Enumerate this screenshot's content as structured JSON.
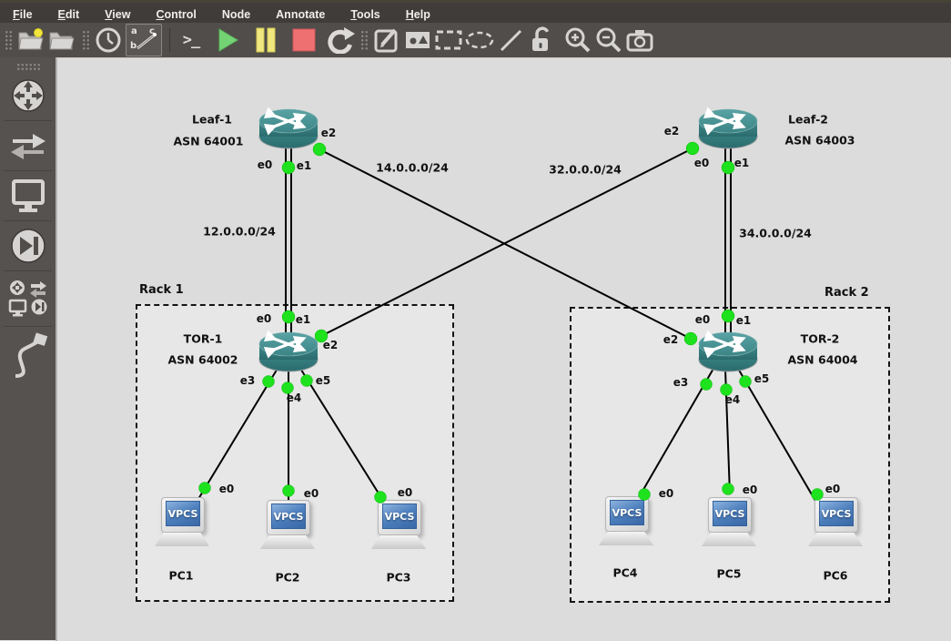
{
  "menu": {
    "items": [
      {
        "label": "File"
      },
      {
        "label": "Edit"
      },
      {
        "label": "View"
      },
      {
        "label": "Control"
      },
      {
        "label": "Node"
      },
      {
        "label": "Annotate"
      },
      {
        "label": "Tools"
      },
      {
        "label": "Help"
      }
    ]
  },
  "toolbar": {
    "console_glyph": ">_",
    "abc": {
      "a": "a",
      "b": "b",
      "c": "c"
    },
    "icons": [
      "new-project",
      "open-project",
      "snapshot",
      "show-interface-labels",
      "console-connect",
      "start",
      "suspend",
      "stop",
      "reload",
      "add-note",
      "insert-image",
      "draw-rectangle",
      "draw-ellipse",
      "draw-line",
      "lock-unlock",
      "zoom-in",
      "zoom-out",
      "screenshot"
    ]
  },
  "sidebar": {
    "icons": [
      "browse-routers",
      "browse-switches",
      "browse-end-devices",
      "browse-security-devices",
      "browse-all-devices",
      "add-link"
    ]
  },
  "ports": {
    "e0": "e0",
    "e1": "e1",
    "e2": "e2",
    "e3": "e3",
    "e4": "e4",
    "e5": "e5"
  },
  "labels": {
    "vpcs": "VPCS"
  },
  "nodes": {
    "leaf1": {
      "name": "Leaf-1",
      "asn": "ASN 64001"
    },
    "leaf2": {
      "name": "Leaf-2",
      "asn": "ASN 64003"
    },
    "tor1": {
      "name": "TOR-1",
      "asn": "ASN 64002"
    },
    "tor2": {
      "name": "TOR-2",
      "asn": "ASN 64004"
    },
    "pc1": {
      "name": "PC1"
    },
    "pc2": {
      "name": "PC2"
    },
    "pc3": {
      "name": "PC3"
    },
    "pc4": {
      "name": "PC4"
    },
    "pc5": {
      "name": "PC5"
    },
    "pc6": {
      "name": "PC6"
    }
  },
  "racks": {
    "rack1": {
      "label": "Rack 1"
    },
    "rack2": {
      "label": "Rack 2"
    }
  },
  "networks": {
    "n12": "12.0.0.0/24",
    "n14": "14.0.0.0/24",
    "n32": "32.0.0.0/24",
    "n34": "34.0.0.0/24"
  },
  "links": [
    {
      "a": "Leaf-1",
      "a_port": "e0/e1",
      "b": "TOR-1",
      "b_port": "e0/e1",
      "network": "12.0.0.0/24"
    },
    {
      "a": "Leaf-1",
      "a_port": "e2",
      "b": "TOR-2",
      "b_port": "e2",
      "network": "14.0.0.0/24"
    },
    {
      "a": "Leaf-2",
      "a_port": "e2",
      "b": "TOR-1",
      "b_port": "e2",
      "network": "32.0.0.0/24"
    },
    {
      "a": "Leaf-2",
      "a_port": "e0/e1",
      "b": "TOR-2",
      "b_port": "e0/e1",
      "network": "34.0.0.0/24"
    },
    {
      "a": "TOR-1",
      "a_port": "e3",
      "b": "PC1",
      "b_port": "e0"
    },
    {
      "a": "TOR-1",
      "a_port": "e4",
      "b": "PC2",
      "b_port": "e0"
    },
    {
      "a": "TOR-1",
      "a_port": "e5",
      "b": "PC3",
      "b_port": "e0"
    },
    {
      "a": "TOR-2",
      "a_port": "e3",
      "b": "PC4",
      "b_port": "e0"
    },
    {
      "a": "TOR-2",
      "a_port": "e4",
      "b": "PC5",
      "b_port": "e0"
    },
    {
      "a": "TOR-2",
      "a_port": "e5",
      "b": "PC6",
      "b_port": "e0"
    }
  ],
  "colors": {
    "canvas": "#dcdcdc",
    "chrome": "#504d4a",
    "menubar": "#3f3c39",
    "sidebar": "#555250",
    "port_up_green": "#1de21d",
    "router_teal": "#418f91",
    "start_green": "#74d374",
    "pause_yellow": "#f0e87e",
    "stop_red": "#ee7070",
    "screen_blue": "#4d7fbd",
    "link": "#000000"
  }
}
